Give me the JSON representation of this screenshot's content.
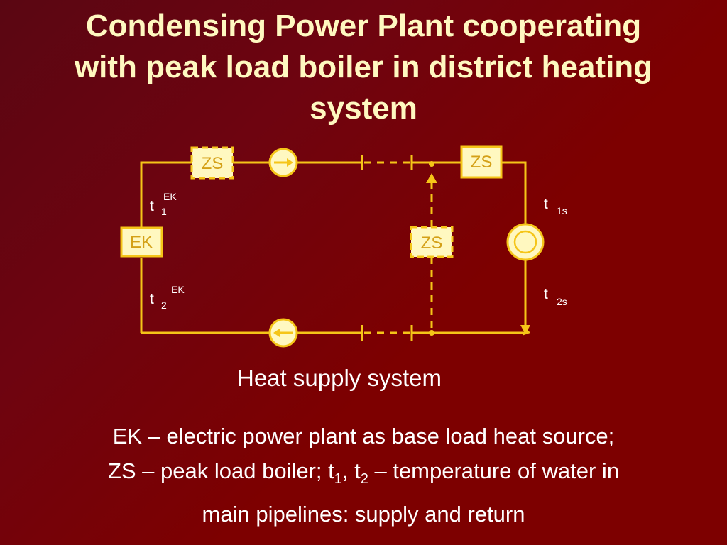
{
  "title": {
    "line1": "Condensing Power Plant cooperating",
    "line2": "with peak load boiler in district heating",
    "line3": "system"
  },
  "diagram": {
    "ek_label": "EK",
    "zs_top_left_label": "ZS",
    "zs_top_right_label": "ZS",
    "zs_middle_label": "ZS",
    "t1_ek": {
      "base": "t",
      "sub": "1",
      "sup": "EK"
    },
    "t2_ek": {
      "base": "t",
      "sub": "2",
      "sup": "EK"
    },
    "t1s": {
      "base": "t",
      "sub": "1s"
    },
    "t2s": {
      "base": "t",
      "sub": "2s"
    },
    "colors": {
      "line": "#f5c518",
      "box_fill": "#fff8c0",
      "box_text": "#d4a017",
      "label": "#ffffff"
    }
  },
  "caption": "Heat supply system",
  "legend": {
    "line1": "EK – electric power plant as base load heat source;",
    "line2_a": "ZS – peak load boiler; t",
    "line2_sub1": "1",
    "line2_b": ", t",
    "line2_sub2": "2",
    "line2_c": " – temperature of water in",
    "line3": "main pipelines: supply and return"
  }
}
